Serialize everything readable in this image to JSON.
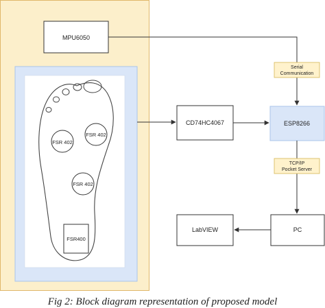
{
  "blocks": {
    "mpu": "MPU6050",
    "mux": "CD74HC4067",
    "esp": "ESP8266",
    "labview": "LabVIEW",
    "pc": "PC"
  },
  "sensors": {
    "fsr_left": "FSR 402",
    "fsr_right": "FSR 402",
    "fsr_mid": "FSR 402",
    "fsr_heel": "FSR400"
  },
  "edge_labels": {
    "serial_line1": "Serial",
    "serial_line2": "Communication",
    "tcp_line1": "TCP/IP",
    "tcp_line2": "Pocket Server"
  },
  "caption": "Fig 2: Block diagram representation of proposed model",
  "colors": {
    "outer_panel_fill": "#fcefcb",
    "outer_panel_stroke": "#e0b76a",
    "inner_panel_fill": "#dae6f8",
    "inner_panel_stroke": "#a9c4ea",
    "esp_fill": "#dae6f8",
    "edge_label_fill": "#fff2cc",
    "edge_label_stroke": "#d6b656",
    "line": "#333333"
  }
}
